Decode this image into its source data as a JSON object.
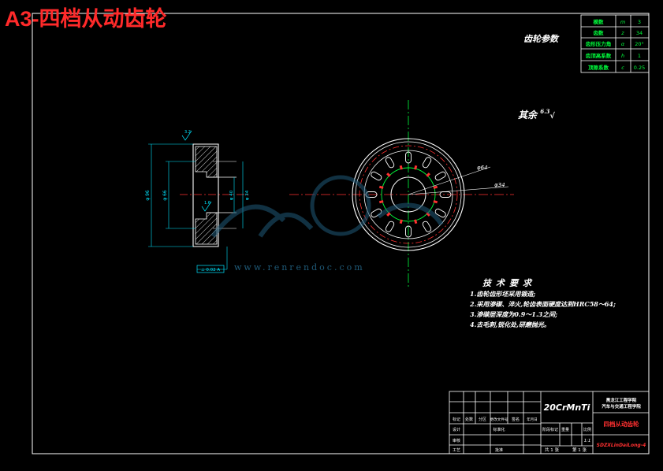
{
  "sheet": {
    "banner_title": "A3-四档从动齿轮",
    "watermark_text": "www.renrendoc.com",
    "colors": {
      "background": "#000000",
      "lines": "#ffffff",
      "banner": "#ff2a2a",
      "green": "#00ff3c",
      "red": "#ff3030",
      "cyan": "#00e5ff",
      "watermark": "#1f5a78"
    }
  },
  "gear_params": {
    "title": "齿轮参数",
    "rows": [
      {
        "name": "模数",
        "symbol": "m",
        "value": "3"
      },
      {
        "name": "齿数",
        "symbol": "z",
        "value": "34"
      },
      {
        "name": "齿形压力角",
        "symbol": "α",
        "value": "20°"
      },
      {
        "name": "齿顶高系数",
        "symbol": "h",
        "value": "1"
      },
      {
        "name": "顶隙系数",
        "symbol": "c",
        "value": "0.25"
      }
    ]
  },
  "surface_finish": {
    "label": "其余",
    "value": "6.3"
  },
  "section_view": {
    "dims": [
      "φ 96",
      "φ 66",
      "φ 40",
      "φ 34"
    ],
    "roughness_marks": [
      "3.2",
      "1.6"
    ],
    "tolerance_box": "⊥ 0.02 A"
  },
  "front_view": {
    "dims": [
      "φ64",
      "φ34"
    ]
  },
  "tech_requirements": {
    "title": "技术要求",
    "lines": [
      "1.齿轮齿形坯采用锻造;",
      "2.采用渗碳、淬火,轮齿表面硬度达到HRC58～64;",
      "3.渗碳层深度为0.9～1.3之间;",
      "4.去毛刺,锐化处,研磨抛光。"
    ]
  },
  "title_block": {
    "material": "20CrMnTi",
    "school_line1": "黑龙江工程学院",
    "school_line2": "汽车与交通工程学院",
    "part_name": "四档从动齿轮",
    "drawing_no": "SDZXLinDaiLong-4",
    "row_labels": [
      "标记",
      "处数",
      "分区",
      "更改文件号",
      "签名",
      "年月日"
    ],
    "designer_label": "设计",
    "standard_label": "标准化",
    "review_label": "审核",
    "process_label": "工艺",
    "approve_label": "批准",
    "stage_label": "阶段标记",
    "weight_label": "重量",
    "scale_label": "比例",
    "scale_value": "1:1",
    "sheet_count": "共 1 张",
    "sheet_index": "第 1 张"
  }
}
